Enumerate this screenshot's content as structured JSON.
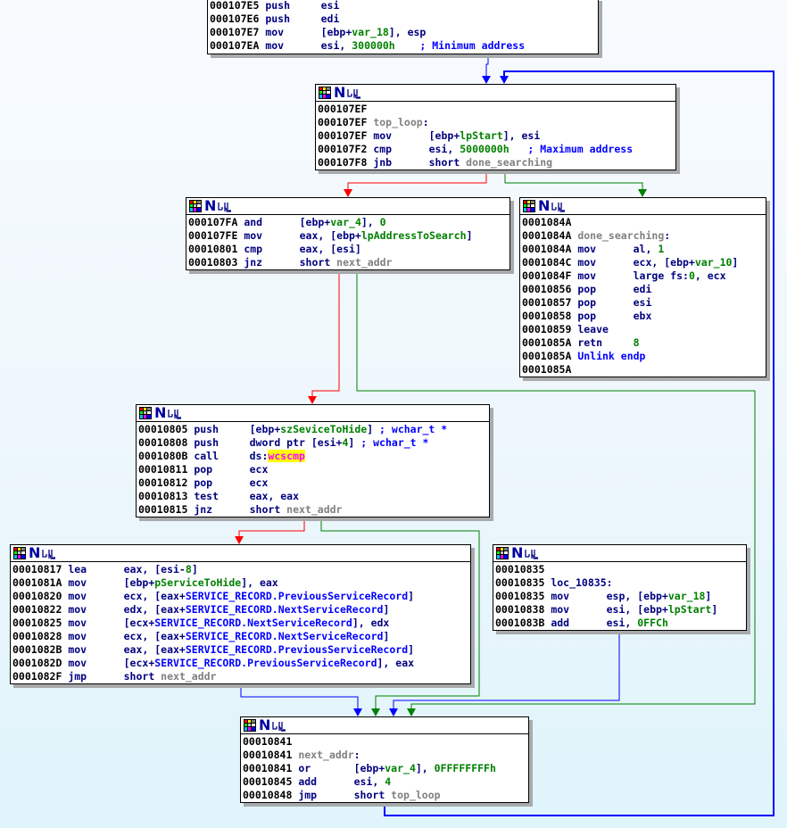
{
  "app": "IDA graph view",
  "header_icons": [
    "color-grid-icon",
    "node-N-icon",
    "graph-overview-icon"
  ],
  "colors": {
    "true_edge": "#008000",
    "false_edge": "#ff0000",
    "unconditional_edge": "#0000ff",
    "address": "#000000",
    "mnemonic": "#000080",
    "label": "#808080",
    "variable": "#008000",
    "comment": "#0000ff",
    "import_highlight_bg": "#ffff00",
    "import_highlight_fg": "#ff00ff"
  },
  "blocks": {
    "entry": {
      "lines": [
        {
          "addr": "000107E5",
          "mn": "push",
          "ops": [
            {
              "t": "esi",
              "c": "op"
            }
          ]
        },
        {
          "addr": "000107E6",
          "mn": "push",
          "ops": [
            {
              "t": "edi",
              "c": "op"
            }
          ]
        },
        {
          "addr": "000107E7",
          "mn": "mov",
          "ops": [
            {
              "t": "[ebp+",
              "c": "op"
            },
            {
              "t": "var_18",
              "c": "var"
            },
            {
              "t": "], esp",
              "c": "op"
            }
          ]
        },
        {
          "addr": "000107EA",
          "mn": "mov",
          "ops": [
            {
              "t": "esi, ",
              "c": "op"
            },
            {
              "t": "300000h",
              "c": "num"
            },
            {
              "t": "    ; Minimum address",
              "c": "cmt"
            }
          ]
        }
      ]
    },
    "top_loop": {
      "lines": [
        {
          "addr": "000107EF",
          "mn": "",
          "ops": []
        },
        {
          "addr": "000107EF",
          "label": "top_loop"
        },
        {
          "addr": "000107EF",
          "mn": "mov",
          "ops": [
            {
              "t": "[ebp+",
              "c": "op"
            },
            {
              "t": "lpStart",
              "c": "var"
            },
            {
              "t": "], esi",
              "c": "op"
            }
          ]
        },
        {
          "addr": "000107F2",
          "mn": "cmp",
          "ops": [
            {
              "t": "esi, ",
              "c": "op"
            },
            {
              "t": "5000000h",
              "c": "num"
            },
            {
              "t": "   ; Maximum address",
              "c": "cmt"
            }
          ]
        },
        {
          "addr": "000107F8",
          "mn": "jnb",
          "ops": [
            {
              "t": "short ",
              "c": "op"
            },
            {
              "t": "done_searching",
              "c": "lbl"
            }
          ]
        }
      ]
    },
    "compare": {
      "lines": [
        {
          "addr": "000107FA",
          "mn": "and",
          "ops": [
            {
              "t": "[ebp+",
              "c": "op"
            },
            {
              "t": "var_4",
              "c": "var"
            },
            {
              "t": "], ",
              "c": "op"
            },
            {
              "t": "0",
              "c": "num"
            }
          ]
        },
        {
          "addr": "000107FE",
          "mn": "mov",
          "ops": [
            {
              "t": "eax, [ebp+",
              "c": "op"
            },
            {
              "t": "lpAddressToSearch",
              "c": "var"
            },
            {
              "t": "]",
              "c": "op"
            }
          ]
        },
        {
          "addr": "00010801",
          "mn": "cmp",
          "ops": [
            {
              "t": "eax, [esi]",
              "c": "op"
            }
          ]
        },
        {
          "addr": "00010803",
          "mn": "jnz",
          "ops": [
            {
              "t": "short ",
              "c": "op"
            },
            {
              "t": "next_addr",
              "c": "lbl"
            }
          ]
        }
      ]
    },
    "done_searching": {
      "lines": [
        {
          "addr": "0001084A",
          "mn": "",
          "ops": []
        },
        {
          "addr": "0001084A",
          "label": "done_searching"
        },
        {
          "addr": "0001084A",
          "mn": "mov",
          "ops": [
            {
              "t": "al, ",
              "c": "op"
            },
            {
              "t": "1",
              "c": "num"
            }
          ]
        },
        {
          "addr": "0001084C",
          "mn": "mov",
          "ops": [
            {
              "t": "ecx, [ebp+",
              "c": "op"
            },
            {
              "t": "var_10",
              "c": "var"
            },
            {
              "t": "]",
              "c": "op"
            }
          ]
        },
        {
          "addr": "0001084F",
          "mn": "mov",
          "ops": [
            {
              "t": "large fs:",
              "c": "op"
            },
            {
              "t": "0",
              "c": "num"
            },
            {
              "t": ", ecx",
              "c": "op"
            }
          ]
        },
        {
          "addr": "00010856",
          "mn": "pop",
          "ops": [
            {
              "t": "edi",
              "c": "op"
            }
          ]
        },
        {
          "addr": "00010857",
          "mn": "pop",
          "ops": [
            {
              "t": "esi",
              "c": "op"
            }
          ]
        },
        {
          "addr": "00010858",
          "mn": "pop",
          "ops": [
            {
              "t": "ebx",
              "c": "op"
            }
          ]
        },
        {
          "addr": "00010859",
          "mn": "leave",
          "ops": []
        },
        {
          "addr": "0001085A",
          "mn": "retn",
          "ops": [
            {
              "t": "8",
              "c": "num"
            }
          ]
        },
        {
          "addr": "0001085A",
          "mn": "",
          "ops": [
            {
              "t": "Unlink endp",
              "c": "cmt"
            }
          ],
          "raw": true
        },
        {
          "addr": "0001085A",
          "mn": "",
          "ops": []
        }
      ]
    },
    "wcscmp": {
      "lines": [
        {
          "addr": "00010805",
          "mn": "push",
          "ops": [
            {
              "t": "[ebp+",
              "c": "op"
            },
            {
              "t": "szSeviceToHide",
              "c": "var"
            },
            {
              "t": "] ",
              "c": "op"
            },
            {
              "t": "; wchar_t *",
              "c": "cmt"
            }
          ]
        },
        {
          "addr": "00010808",
          "mn": "push",
          "ops": [
            {
              "t": "dword ptr [esi+",
              "c": "op"
            },
            {
              "t": "4",
              "c": "num"
            },
            {
              "t": "] ",
              "c": "op"
            },
            {
              "t": "; wchar_t *",
              "c": "cmt"
            }
          ]
        },
        {
          "addr": "0001080B",
          "mn": "call",
          "ops": [
            {
              "t": "ds:",
              "c": "op"
            },
            {
              "t": "wcscmp",
              "c": "imp"
            }
          ]
        },
        {
          "addr": "00010811",
          "mn": "pop",
          "ops": [
            {
              "t": "ecx",
              "c": "op"
            }
          ]
        },
        {
          "addr": "00010812",
          "mn": "pop",
          "ops": [
            {
              "t": "ecx",
              "c": "op"
            }
          ]
        },
        {
          "addr": "00010813",
          "mn": "test",
          "ops": [
            {
              "t": "eax, eax",
              "c": "op"
            }
          ]
        },
        {
          "addr": "00010815",
          "mn": "jnz",
          "ops": [
            {
              "t": "short ",
              "c": "op"
            },
            {
              "t": "next_addr",
              "c": "lbl"
            }
          ]
        }
      ]
    },
    "unlink": {
      "lines": [
        {
          "addr": "00010817",
          "mn": "lea",
          "ops": [
            {
              "t": "eax, [esi-",
              "c": "op"
            },
            {
              "t": "8",
              "c": "num"
            },
            {
              "t": "]",
              "c": "op"
            }
          ]
        },
        {
          "addr": "0001081A",
          "mn": "mov",
          "ops": [
            {
              "t": "[ebp+",
              "c": "op"
            },
            {
              "t": "pServiceToHide",
              "c": "var"
            },
            {
              "t": "], eax",
              "c": "op"
            }
          ]
        },
        {
          "addr": "00010820",
          "mn": "mov",
          "ops": [
            {
              "t": "ecx, [eax+",
              "c": "op"
            },
            {
              "t": "SERVICE_RECORD.PreviousServiceRecord",
              "c": "fld"
            },
            {
              "t": "]",
              "c": "op"
            }
          ]
        },
        {
          "addr": "00010822",
          "mn": "mov",
          "ops": [
            {
              "t": "edx, [eax+",
              "c": "op"
            },
            {
              "t": "SERVICE_RECORD.NextServiceRecord",
              "c": "fld"
            },
            {
              "t": "]",
              "c": "op"
            }
          ]
        },
        {
          "addr": "00010825",
          "mn": "mov",
          "ops": [
            {
              "t": "[ecx+",
              "c": "op"
            },
            {
              "t": "SERVICE_RECORD.NextServiceRecord",
              "c": "fld"
            },
            {
              "t": "], edx",
              "c": "op"
            }
          ]
        },
        {
          "addr": "00010828",
          "mn": "mov",
          "ops": [
            {
              "t": "ecx, [eax+",
              "c": "op"
            },
            {
              "t": "SERVICE_RECORD.NextServiceRecord",
              "c": "fld"
            },
            {
              "t": "]",
              "c": "op"
            }
          ]
        },
        {
          "addr": "0001082B",
          "mn": "mov",
          "ops": [
            {
              "t": "eax, [eax+",
              "c": "op"
            },
            {
              "t": "SERVICE_RECORD.PreviousServiceRecord",
              "c": "fld"
            },
            {
              "t": "]",
              "c": "op"
            }
          ]
        },
        {
          "addr": "0001082D",
          "mn": "mov",
          "ops": [
            {
              "t": "[ecx+",
              "c": "op"
            },
            {
              "t": "SERVICE_RECORD.PreviousServiceRecord",
              "c": "fld"
            },
            {
              "t": "], eax",
              "c": "op"
            }
          ]
        },
        {
          "addr": "0001082F",
          "mn": "jmp",
          "ops": [
            {
              "t": "short ",
              "c": "op"
            },
            {
              "t": "next_addr",
              "c": "lbl"
            }
          ]
        }
      ]
    },
    "loc_10835": {
      "lines": [
        {
          "addr": "00010835",
          "mn": "",
          "ops": []
        },
        {
          "addr": "00010835",
          "label": "loc_10835",
          "label_class": "mn"
        },
        {
          "addr": "00010835",
          "mn": "mov",
          "ops": [
            {
              "t": "esp, [ebp+",
              "c": "op"
            },
            {
              "t": "var_18",
              "c": "var"
            },
            {
              "t": "]",
              "c": "op"
            }
          ]
        },
        {
          "addr": "00010838",
          "mn": "mov",
          "ops": [
            {
              "t": "esi, [ebp+",
              "c": "op"
            },
            {
              "t": "lpStart",
              "c": "var"
            },
            {
              "t": "]",
              "c": "op"
            }
          ]
        },
        {
          "addr": "0001083B",
          "mn": "add",
          "ops": [
            {
              "t": "esi, ",
              "c": "op"
            },
            {
              "t": "0FFCh",
              "c": "num"
            }
          ]
        }
      ]
    },
    "next_addr": {
      "lines": [
        {
          "addr": "00010841",
          "mn": "",
          "ops": []
        },
        {
          "addr": "00010841",
          "label": "next_addr"
        },
        {
          "addr": "00010841",
          "mn": "or",
          "ops": [
            {
              "t": "[ebp+",
              "c": "op"
            },
            {
              "t": "var_4",
              "c": "var"
            },
            {
              "t": "], ",
              "c": "op"
            },
            {
              "t": "0FFFFFFFFh",
              "c": "num"
            }
          ]
        },
        {
          "addr": "00010845",
          "mn": "add",
          "ops": [
            {
              "t": "esi, ",
              "c": "op"
            },
            {
              "t": "4",
              "c": "num"
            }
          ]
        },
        {
          "addr": "00010848",
          "mn": "jmp",
          "ops": [
            {
              "t": "short ",
              "c": "op"
            },
            {
              "t": "top_loop",
              "c": "lbl"
            }
          ]
        }
      ]
    }
  },
  "edges": [
    {
      "from": "entry",
      "to": "top_loop",
      "kind": "unconditional"
    },
    {
      "from": "next_addr",
      "to": "top_loop",
      "kind": "unconditional"
    },
    {
      "from": "top_loop",
      "to": "compare",
      "kind": "false"
    },
    {
      "from": "top_loop",
      "to": "done_searching",
      "kind": "true"
    },
    {
      "from": "compare",
      "to": "wcscmp",
      "kind": "false"
    },
    {
      "from": "compare",
      "to": "next_addr",
      "kind": "true"
    },
    {
      "from": "wcscmp",
      "to": "unlink",
      "kind": "false"
    },
    {
      "from": "wcscmp",
      "to": "next_addr",
      "kind": "true"
    },
    {
      "from": "unlink",
      "to": "next_addr",
      "kind": "unconditional"
    },
    {
      "from": "loc_10835",
      "to": "next_addr",
      "kind": "unconditional"
    }
  ]
}
